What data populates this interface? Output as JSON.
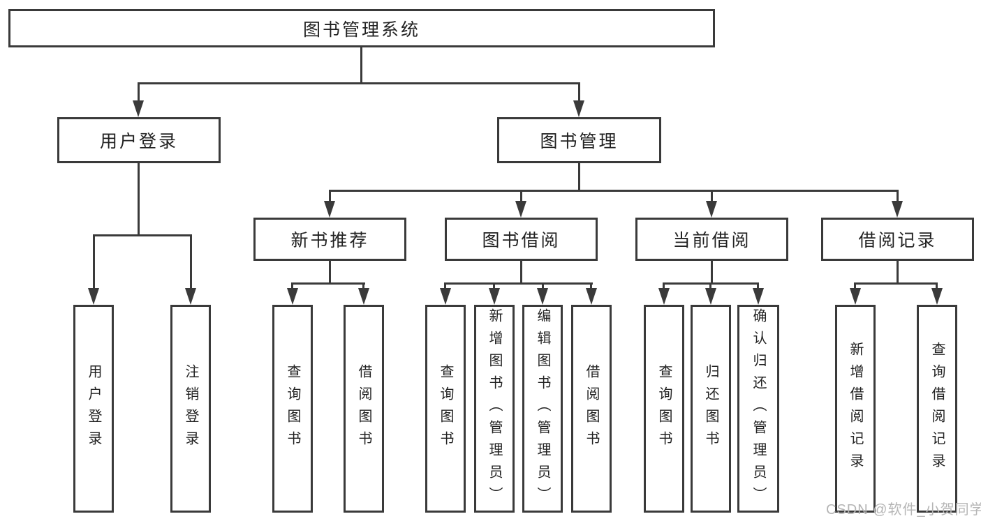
{
  "watermark": "CSDN @软件_小贺同学",
  "colors": {
    "line": "#3a3a3a",
    "text": "#222222",
    "background": "#ffffff",
    "watermark": "#b5b5b5"
  },
  "nodes": {
    "root": "图书管理系统",
    "level2": [
      "用户登录",
      "图书管理"
    ],
    "level3": [
      "新书推荐",
      "图书借阅",
      "当前借阅",
      "借阅记录"
    ],
    "level4": {
      "user_login": [
        "用户登录",
        "注销登录"
      ],
      "new_book": [
        "查询图书",
        "借阅图书"
      ],
      "book_borrow": [
        "查询图书",
        "新增图书（管理员）",
        "编辑图书（管理员）",
        "借阅图书"
      ],
      "current_borrow": [
        "查询图书",
        "归还图书",
        "确认归还（管理员）"
      ],
      "borrow_record": [
        "新增借阅记录",
        "查询借阅记录"
      ]
    }
  }
}
